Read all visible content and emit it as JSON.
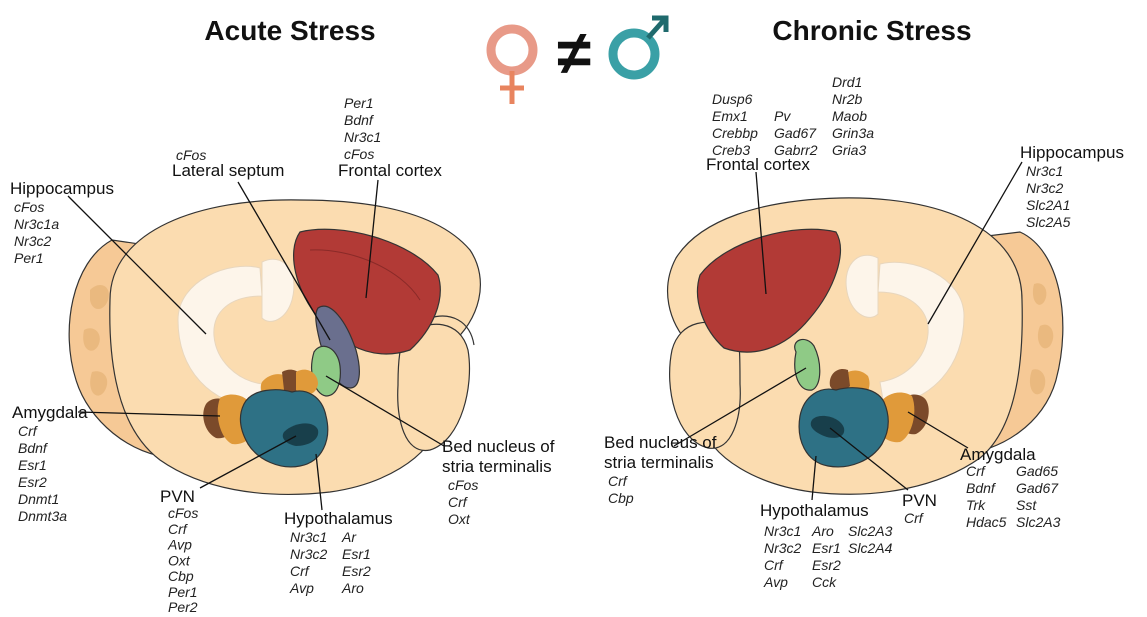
{
  "titles": {
    "acute": "Acute Stress",
    "chronic": "Chronic Stress"
  },
  "symbols": {
    "female": "female-symbol",
    "not_equal": "≠",
    "male": "male-symbol"
  },
  "colors": {
    "tissue": "#fbdcb0",
    "tissue_light": "#fde8cc",
    "cortex_fold": "#eab97f",
    "frontal_cortex": "#b23a36",
    "hippocampus": "#fdf5ea",
    "lateral_septum": "#6a6f8e",
    "bnst": "#8fca86",
    "amygdala_orange": "#e09a3a",
    "amygdala_brown": "#7b4a2a",
    "hypothalamus": "#2e7185",
    "pvn": "#183f4b",
    "female": "#e89a88",
    "male": "#3aa0a6",
    "not_equal": "#111111"
  },
  "acute": {
    "frontal_cortex": {
      "label": "Frontal cortex",
      "genes": [
        "Per1",
        "Bdnf",
        "Nr3c1",
        "cFos"
      ]
    },
    "lateral_septum": {
      "label": "Lateral septum",
      "genes": [
        "cFos"
      ]
    },
    "hippocampus": {
      "label": "Hippocampus",
      "genes": [
        "cFos",
        "Nr3c1a",
        "Nr3c2",
        "Per1"
      ]
    },
    "amygdala": {
      "label": "Amygdala",
      "genes": [
        "Crf",
        "Bdnf",
        "Esr1",
        "Esr2",
        "Dnmt1",
        "Dnmt3a"
      ]
    },
    "pvn": {
      "label": "PVN",
      "genes": [
        "cFos",
        "Crf",
        "Avp",
        "Oxt",
        "Cbp",
        "Per1",
        "Per2"
      ]
    },
    "hypothalamus": {
      "label": "Hypothalamus",
      "genes_col1": [
        "Nr3c1",
        "Nr3c2",
        "Crf",
        "Avp"
      ],
      "genes_col2": [
        "Ar",
        "Esr1",
        "Esr2",
        "Aro"
      ]
    },
    "bnst": {
      "label_line1": "Bed nucleus of",
      "label_line2": "stria terminalis",
      "genes": [
        "cFos",
        "Crf",
        "Oxt"
      ]
    }
  },
  "chronic": {
    "frontal_cortex": {
      "label": "Frontal cortex",
      "genes_col1": [
        "Dusp6",
        "Emx1",
        "Crebbp",
        "Creb3"
      ],
      "genes_col2": [
        "Pv",
        "Gad67",
        "Gabrr2"
      ],
      "genes_col3": [
        "Drd1",
        "Nr2b",
        "Maob",
        "Grin3a",
        "Gria3"
      ]
    },
    "hippocampus": {
      "label": "Hippocampus",
      "genes": [
        "Nr3c1",
        "Nr3c2",
        "Slc2A1",
        "Slc2A5"
      ]
    },
    "bnst": {
      "label_line1": "Bed nucleus of",
      "label_line2": "stria terminalis",
      "genes": [
        "Crf",
        "Cbp"
      ]
    },
    "amygdala": {
      "label": "Amygdala",
      "genes_col1": [
        "Crf",
        "Bdnf",
        "Trk",
        "Hdac5"
      ],
      "genes_col2": [
        "Gad65",
        "Gad67",
        "Sst",
        "Slc2A3"
      ]
    },
    "pvn": {
      "label": "PVN",
      "genes": [
        "Crf"
      ]
    },
    "hypothalamus": {
      "label": "Hypothalamus",
      "genes_col1": [
        "Nr3c1",
        "Nr3c2",
        "Crf",
        "Avp"
      ],
      "genes_col2": [
        "Aro",
        "Esr1",
        "Esr2",
        "Cck"
      ],
      "genes_col3": [
        "Slc2A3",
        "Slc2A4"
      ]
    }
  }
}
